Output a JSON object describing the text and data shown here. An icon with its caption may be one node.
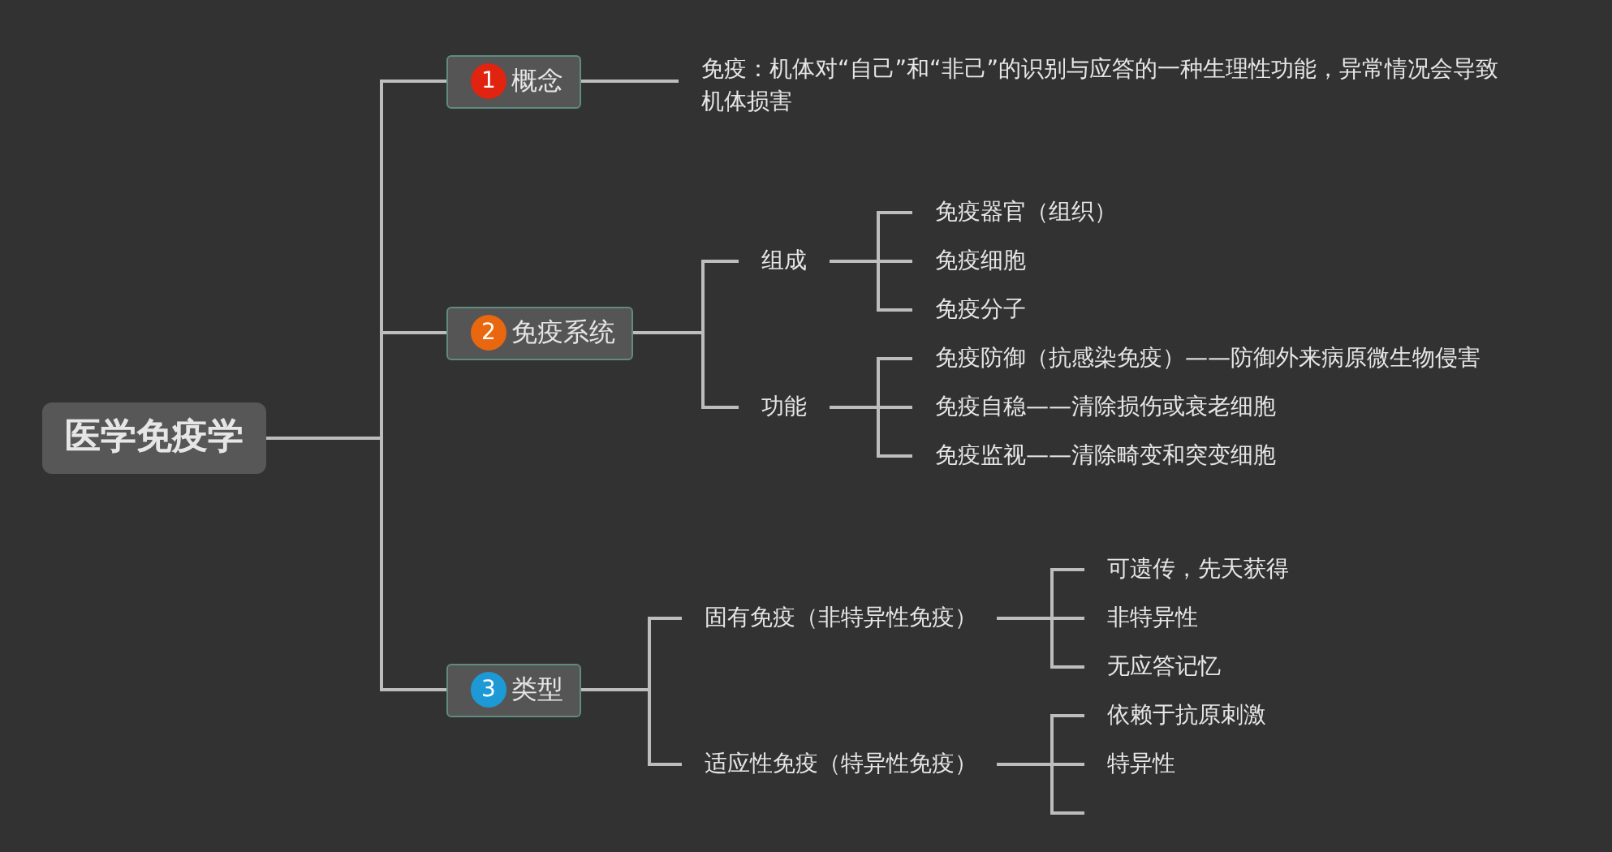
{
  "diagram": {
    "nodes": [
      {
        "text": [
          "医学免疫学"
        ]
      },
      {
        "text": [
          "1",
          "概念"
        ]
      },
      {
        "text": [
          "免疫：机体对“自己”和“非己”的识别与应答的一种生理性功能，异常情况会导致机体损害"
        ]
      },
      {
        "text": [
          "2",
          "免疫系统"
        ]
      },
      {
        "text": [
          "组成"
        ]
      },
      {
        "text": [
          "免疫器官（组织）"
        ]
      },
      {
        "text": [
          "免疫细胞"
        ]
      },
      {
        "text": [
          "免疫分子"
        ]
      },
      {
        "text": [
          "功能"
        ]
      },
      {
        "text": [
          "免疫防御（抗感染免疫）——防御外来病原微生物侵害"
        ]
      },
      {
        "text": [
          "免疫自稳——清除损伤或衰老细胞"
        ]
      },
      {
        "text": [
          "免疫监视——清除畸变和突变细胞"
        ]
      },
      {
        "text": [
          "3",
          "类型"
        ]
      },
      {
        "text": [
          "固有免疫（非特异性免疫）"
        ]
      },
      {
        "text": [
          "可遗传，先天获得"
        ]
      },
      {
        "text": [
          "非特异性"
        ]
      },
      {
        "text": [
          "无应答记忆"
        ]
      },
      {
        "text": [
          "适应性免疫（特异性免疫）"
        ]
      },
      {
        "text": [
          "依赖于抗原刺激"
        ]
      },
      {
        "text": [
          "特异性"
        ]
      }
    ],
    "edges": [
      {
        "from": 0,
        "to": 1,
        "arrow": "none"
      },
      {
        "from": 0,
        "to": 3,
        "arrow": "none"
      },
      {
        "from": 0,
        "to": 12,
        "arrow": "none"
      },
      {
        "from": 1,
        "to": 2,
        "arrow": "none"
      },
      {
        "from": 3,
        "to": 4,
        "arrow": "none"
      },
      {
        "from": 3,
        "to": 8,
        "arrow": "none"
      },
      {
        "from": 4,
        "to": 5,
        "arrow": "none"
      },
      {
        "from": 4,
        "to": 6,
        "arrow": "none"
      },
      {
        "from": 4,
        "to": 7,
        "arrow": "none"
      },
      {
        "from": 8,
        "to": 9,
        "arrow": "none"
      },
      {
        "from": 8,
        "to": 10,
        "arrow": "none"
      },
      {
        "from": 8,
        "to": 11,
        "arrow": "none"
      },
      {
        "from": 12,
        "to": 13,
        "arrow": "none"
      },
      {
        "from": 12,
        "to": 17,
        "arrow": "none"
      },
      {
        "from": 13,
        "to": 14,
        "arrow": "none"
      },
      {
        "from": 13,
        "to": 15,
        "arrow": "none"
      },
      {
        "from": 13,
        "to": 16,
        "arrow": "none"
      },
      {
        "from": 17,
        "to": 18,
        "arrow": "none"
      },
      {
        "from": 17,
        "to": 19,
        "arrow": "none"
      },
      {
        "from": 17,
        "to": null,
        "arrow": "none"
      }
    ]
  }
}
